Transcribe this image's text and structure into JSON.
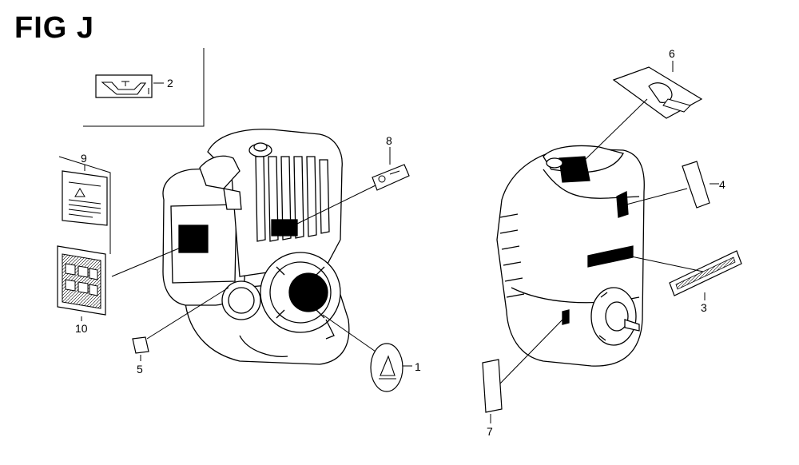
{
  "figure": {
    "title": "FIG J"
  },
  "callouts": [
    {
      "id": "1",
      "label": "1"
    },
    {
      "id": "2",
      "label": "2"
    },
    {
      "id": "3",
      "label": "3"
    },
    {
      "id": "4",
      "label": "4"
    },
    {
      "id": "5",
      "label": "5"
    },
    {
      "id": "6",
      "label": "6"
    },
    {
      "id": "7",
      "label": "7"
    },
    {
      "id": "8",
      "label": "8"
    },
    {
      "id": "9",
      "label": "9"
    },
    {
      "id": "10",
      "label": "10"
    }
  ],
  "colors": {
    "ink": "#000000",
    "fill": "#ffffff",
    "shade": "#dddddd"
  }
}
